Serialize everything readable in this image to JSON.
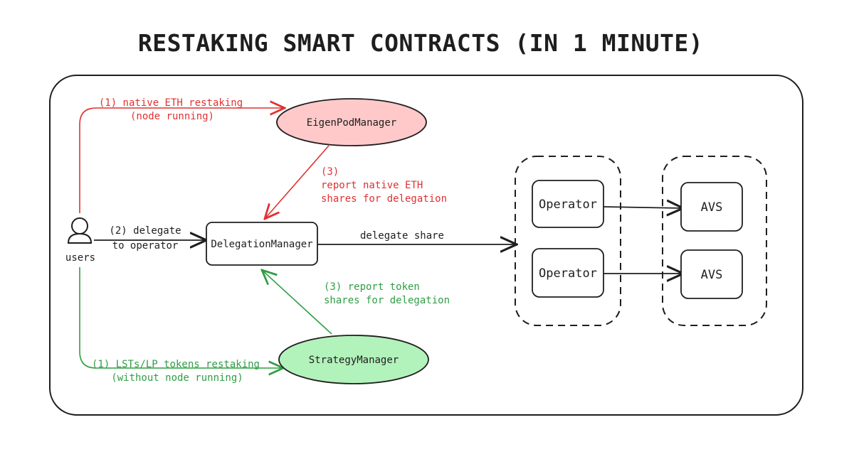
{
  "title": "RESTAKING SMART CONTRACTS (IN 1 MINUTE)",
  "colors": {
    "red": "#e03131",
    "green": "#2f9e44",
    "red_fill": "#ffc9c9",
    "green_fill": "#b2f2bb",
    "ink": "#1e1e1e"
  },
  "nodes": {
    "users": "users",
    "eigenpod": "EigenPodManager",
    "delegation": "DelegationManager",
    "strategy": "StrategyManager",
    "operator1": "Operator",
    "operator2": "Operator",
    "avs1": "AVS",
    "avs2": "AVS"
  },
  "edges": {
    "native_line1": "(1) native ETH restaking",
    "native_line2": "(node running)",
    "report_native_1": "(3)",
    "report_native_2": "report native ETH",
    "report_native_3": "shares for delegation",
    "delegate_1": "(2) delegate",
    "delegate_2": "to operator",
    "delegate_share": "delegate share",
    "report_token_1": "(3) report token",
    "report_token_2": "shares for delegation",
    "lst_line1": "(1) LSTs/LP tokens restaking",
    "lst_line2": "(without node running)"
  },
  "icons": {
    "user": "user-icon"
  }
}
